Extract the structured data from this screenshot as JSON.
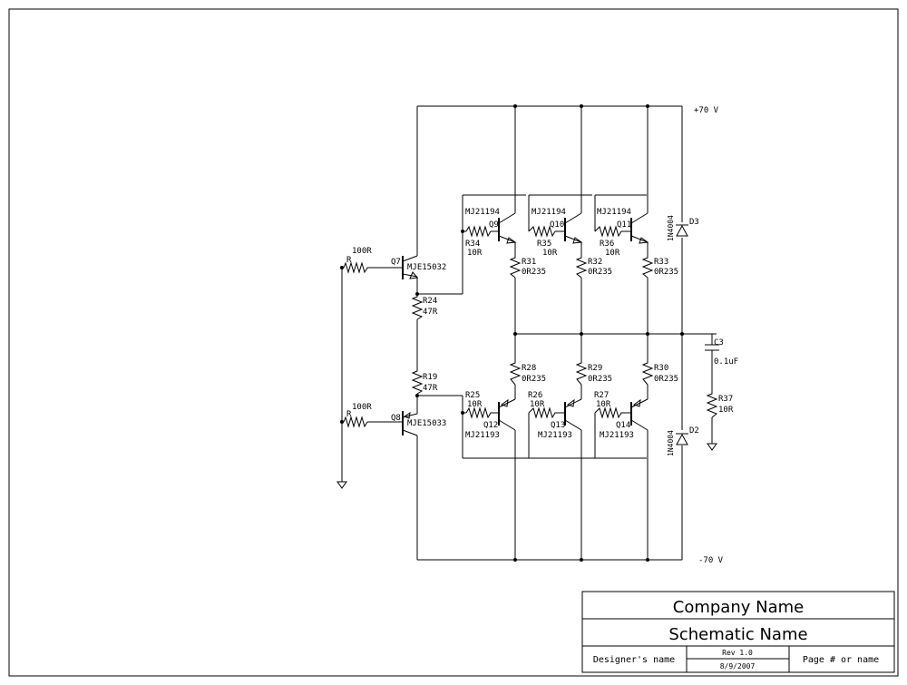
{
  "title_block": {
    "company": "Company Name",
    "schematic": "Schematic Name",
    "designer": "Designer's name",
    "revision": "Rev 1.0",
    "date": "8/9/2007",
    "page": "Page # or name"
  },
  "rails": {
    "positive": "+70 V",
    "negative": "-70 V"
  },
  "parts": {
    "r_in_top": {
      "ref": "R",
      "value": "100R"
    },
    "r_in_bot": {
      "ref": "R",
      "value": "100R"
    },
    "q7": {
      "ref": "Q7",
      "type": "MJE15032"
    },
    "q8": {
      "ref": "Q8",
      "type": "MJE15033"
    },
    "r24": {
      "ref": "R24",
      "value": "47R"
    },
    "r19": {
      "ref": "R19",
      "value": "47R"
    },
    "q9": {
      "ref": "Q9",
      "type": "MJ21194"
    },
    "q10": {
      "ref": "Q10",
      "type": "MJ21194"
    },
    "q11": {
      "ref": "Q11",
      "type": "MJ21194"
    },
    "q12": {
      "ref": "Q12",
      "type": "MJ21193"
    },
    "q13": {
      "ref": "Q13",
      "type": "MJ21193"
    },
    "q14": {
      "ref": "Q14",
      "type": "MJ21193"
    },
    "r34": {
      "ref": "R34",
      "value": "10R"
    },
    "r35": {
      "ref": "R35",
      "value": "10R"
    },
    "r36": {
      "ref": "R36",
      "value": "10R"
    },
    "r25": {
      "ref": "R25",
      "value": "10R"
    },
    "r26": {
      "ref": "R26",
      "value": "10R"
    },
    "r27": {
      "ref": "R27",
      "value": "10R"
    },
    "r31": {
      "ref": "R31",
      "value": "0R235"
    },
    "r32": {
      "ref": "R32",
      "value": "0R235"
    },
    "r33": {
      "ref": "R33",
      "value": "0R235"
    },
    "r28": {
      "ref": "R28",
      "value": "0R235"
    },
    "r29": {
      "ref": "R29",
      "value": "0R235"
    },
    "r30": {
      "ref": "R30",
      "value": "0R235"
    },
    "d3": {
      "ref": "D3",
      "type": "1N4004"
    },
    "d2": {
      "ref": "D2",
      "type": "1N4004"
    },
    "c3": {
      "ref": "C3",
      "value": "0.1uF"
    },
    "r37": {
      "ref": "R37",
      "value": "10R"
    }
  }
}
